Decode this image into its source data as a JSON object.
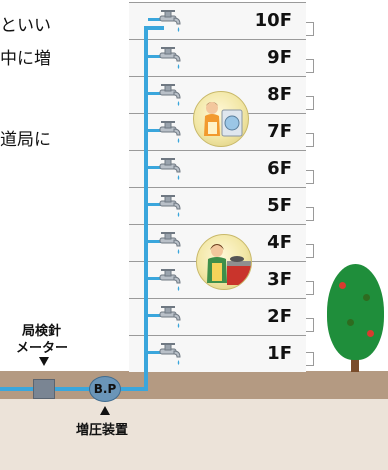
{
  "side_text": [
    "といい",
    "中に増",
    "道局に"
  ],
  "floors": [
    "10F",
    "9F",
    "8F",
    "7F",
    "6F",
    "5F",
    "4F",
    "3F",
    "2F",
    "1F"
  ],
  "meter_label": [
    "局検針",
    "メーター"
  ],
  "booster_pump": {
    "label": "B.P",
    "caption": "増圧装置"
  },
  "colors": {
    "pipe": "#3aa6dc",
    "ground": "#b49a82",
    "tree": "#1f8e3b"
  },
  "icons": [
    "faucet-icon",
    "meter-icon",
    "booster-pump-icon",
    "tree-icon",
    "laundry-person-icon",
    "cooking-person-icon"
  ]
}
